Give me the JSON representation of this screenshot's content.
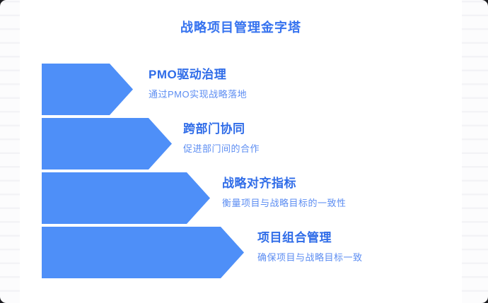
{
  "page": {
    "title": "战略项目管理金字塔"
  },
  "colors": {
    "arrow": "#4E8FF8",
    "title": "#3572EF",
    "heading": "#2F6CE8",
    "subtitle": "#5C8DF2"
  },
  "levels": [
    {
      "heading": "PMO驱动治理",
      "description": "通过PMO实现战略落地"
    },
    {
      "heading": "跨部门协同",
      "description": "促进部门间的合作"
    },
    {
      "heading": "战略对齐指标",
      "description": "衡量项目与战略目标的一致性"
    },
    {
      "heading": "项目组合管理",
      "description": "确保项目与战略目标一致"
    }
  ]
}
